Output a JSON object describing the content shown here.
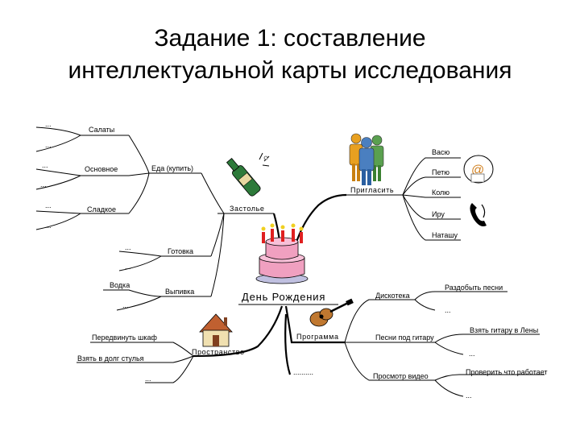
{
  "title": {
    "line1": "Задание 1: составление",
    "line2": "интеллектуальной карты исследования"
  },
  "mindmap": {
    "center": "День Рождения",
    "branches": {
      "invite": {
        "label": "Пригласить",
        "items": [
          "Васю",
          "Петю",
          "Колю",
          "Иру",
          "Наташу"
        ]
      },
      "feast": {
        "label": "Застолье",
        "food": {
          "label": "Еда (купить)",
          "items": [
            "Салаты",
            "Основное",
            "Сладкое"
          ]
        },
        "cooking": "Готовка",
        "drinks": {
          "label": "Выпивка",
          "items": [
            "Водка"
          ]
        }
      },
      "space": {
        "label": "Пространство",
        "items": [
          "Передвинуть шкаф",
          "Взять в долг стулья"
        ]
      },
      "program": {
        "label": "Программа",
        "items": [
          {
            "label": "Дискотека",
            "sub": "Раздобыть песни"
          },
          {
            "label": "Песни под гитару",
            "sub": "Взять гитару в Лены"
          },
          {
            "label": "Просмотр видео",
            "sub": "Проверить что работает"
          }
        ]
      }
    },
    "placeholder": "...",
    "placeholder_long": ".........."
  },
  "icons": [
    "people-icon",
    "email-icon",
    "phone-icon",
    "champagne-icon",
    "cake-icon",
    "guitar-icon",
    "house-icon"
  ],
  "colors": {
    "branch": "#000000",
    "people_1": "#e8a020",
    "people_2": "#4a7fc0",
    "people_3": "#5aa050",
    "cake": "#f0a0c0",
    "candle_flame": "#e02020"
  }
}
